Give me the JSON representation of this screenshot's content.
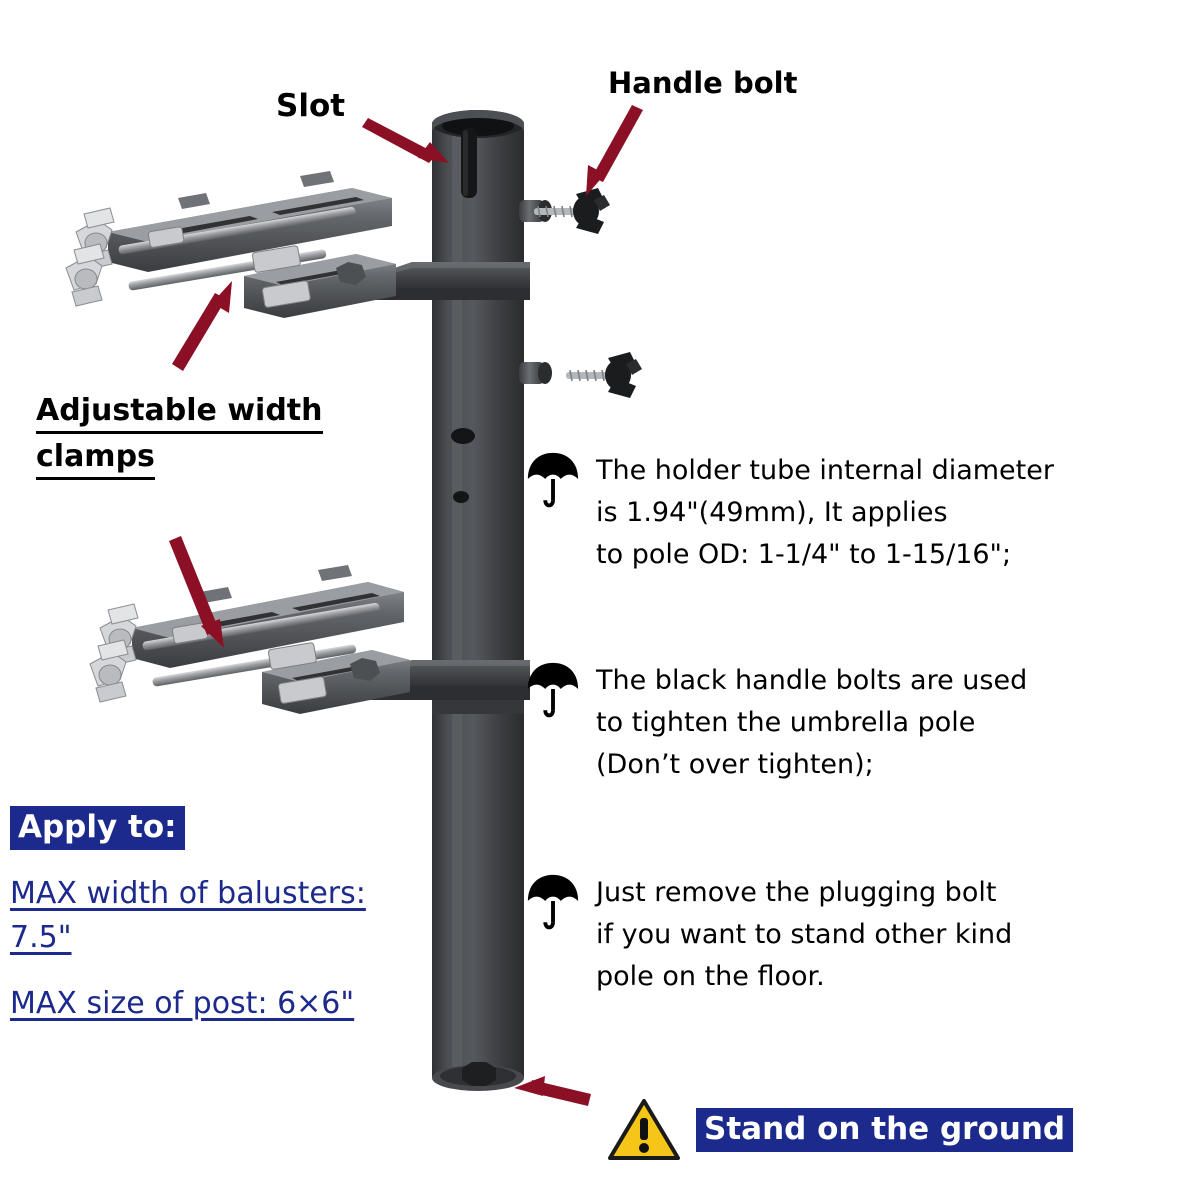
{
  "diagram": {
    "title_alt": "Umbrella holder mounting bracket instruction diagram",
    "colors": {
      "arrow_red": "#8c1025",
      "blue_box_bg": "#1b2a8c",
      "blue_text": "#1b2a8c",
      "metal_dark": "#3a3c3f",
      "metal_light": "#6e7175",
      "warning_yellow": "#f5c518"
    }
  },
  "callouts": {
    "slot": "Slot",
    "handle_bolt": "Handle bolt",
    "clamps_line1": "Adjustable width",
    "clamps_line2": "clamps"
  },
  "notes": [
    {
      "icon": "umbrella-icon",
      "text": "The holder tube internal diameter\nis 1.94\"(49mm), It applies\nto pole OD: 1-1/4\" to 1-15/16\";"
    },
    {
      "icon": "umbrella-icon",
      "text": "The black handle bolts are used\nto tighten the umbrella pole\n(Don’t over tighten);"
    },
    {
      "icon": "umbrella-icon",
      "text": "Just remove the plugging bolt\nif you want to stand other kind\npole on the floor."
    }
  ],
  "apply": {
    "heading": "Apply to:",
    "lines": [
      "MAX width of balusters:\n7.5\"",
      "MAX size of post: 6×6\""
    ]
  },
  "ground": {
    "icon": "warning-triangle-icon",
    "label": "Stand on the ground"
  }
}
